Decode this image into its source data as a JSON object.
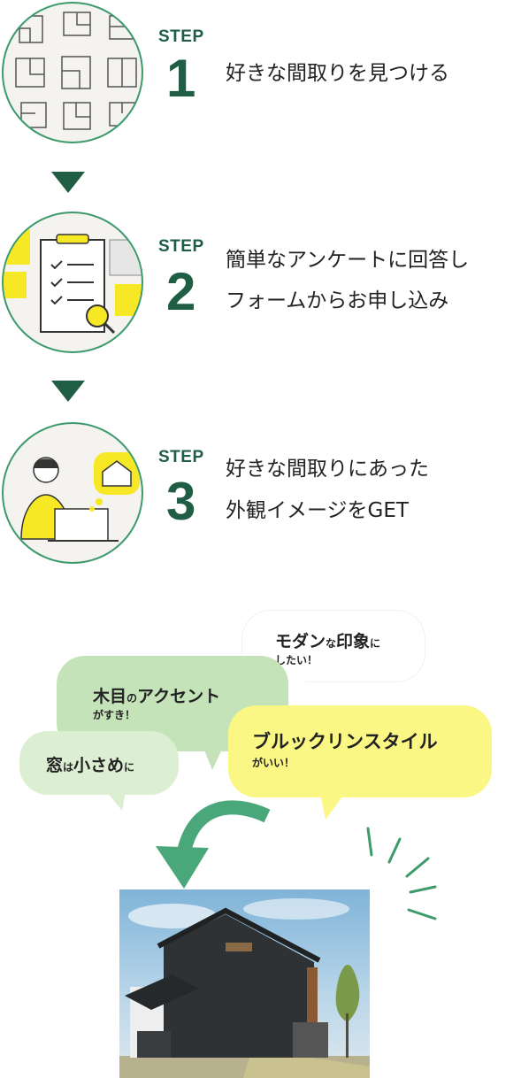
{
  "steps": [
    {
      "label": "STEP",
      "number": "1",
      "lines": [
        "好きな間取りを見つける"
      ]
    },
    {
      "label": "STEP",
      "number": "2",
      "lines": [
        "簡単なアンケートに回答し",
        "フォームからお申し込み"
      ]
    },
    {
      "label": "STEP",
      "number": "3",
      "lines": [
        "好きな間取りにあった",
        "外観イメージをGET"
      ]
    }
  ],
  "bubbles": {
    "modern": {
      "main": "モダン",
      "particle": "な",
      "main2": "印象",
      "particle2": "に",
      "sub": "したい！"
    },
    "wood": {
      "main": "木目",
      "particle": "の",
      "main2": "アクセント",
      "sub": "がすき！"
    },
    "window": {
      "main": "窓",
      "particle": "は",
      "main2": "小さめ",
      "particle2": "に"
    },
    "brooklyn": {
      "main": "ブルックリンスタイル",
      "sub": "がいい！"
    }
  },
  "colors": {
    "brand_green": "#1f5e45",
    "circle_border": "#3c9a6b",
    "bubble_green": "#c5e3b9",
    "bubble_yellow": "#fbf784",
    "bubble_white": "#ffffff",
    "arrow_green": "#4aa77a",
    "accent_yellow": "#f6e825"
  }
}
